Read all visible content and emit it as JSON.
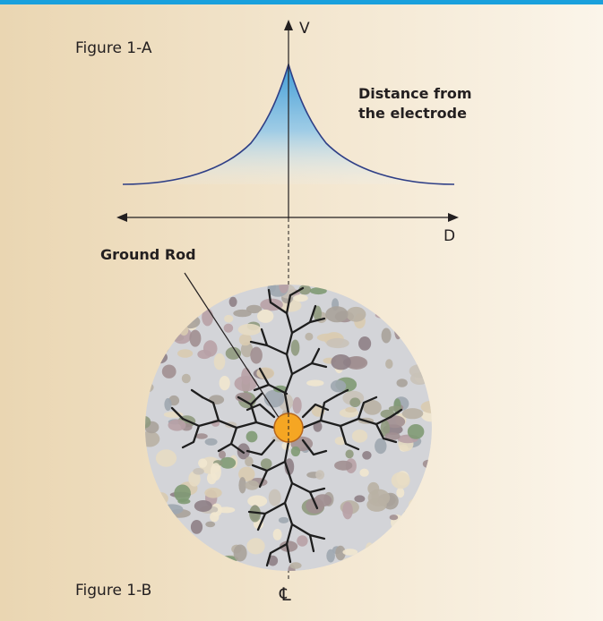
{
  "figure_a": {
    "label": "Figure 1-A"
  },
  "figure_b": {
    "label": "Figure 1-B"
  },
  "axes": {
    "v_label": "V",
    "d_label": "D"
  },
  "annotations": {
    "distance_line1": "Distance from",
    "distance_line2": "the electrode",
    "ground_rod": "Ground Rod",
    "centerline_symbol": "℄"
  },
  "colors": {
    "top_border": "#1aa0dc",
    "background_left": "#ead7b4",
    "background_right": "#faf3e6",
    "curve_line": "#2f3f86",
    "curve_fill_top": "#4aa3d8",
    "rod_fill": "#f5a623",
    "rod_stroke": "#b5651d",
    "soil_base": "#d3d4d8",
    "crack": "#1e1e1e",
    "axis": "#231f20"
  }
}
